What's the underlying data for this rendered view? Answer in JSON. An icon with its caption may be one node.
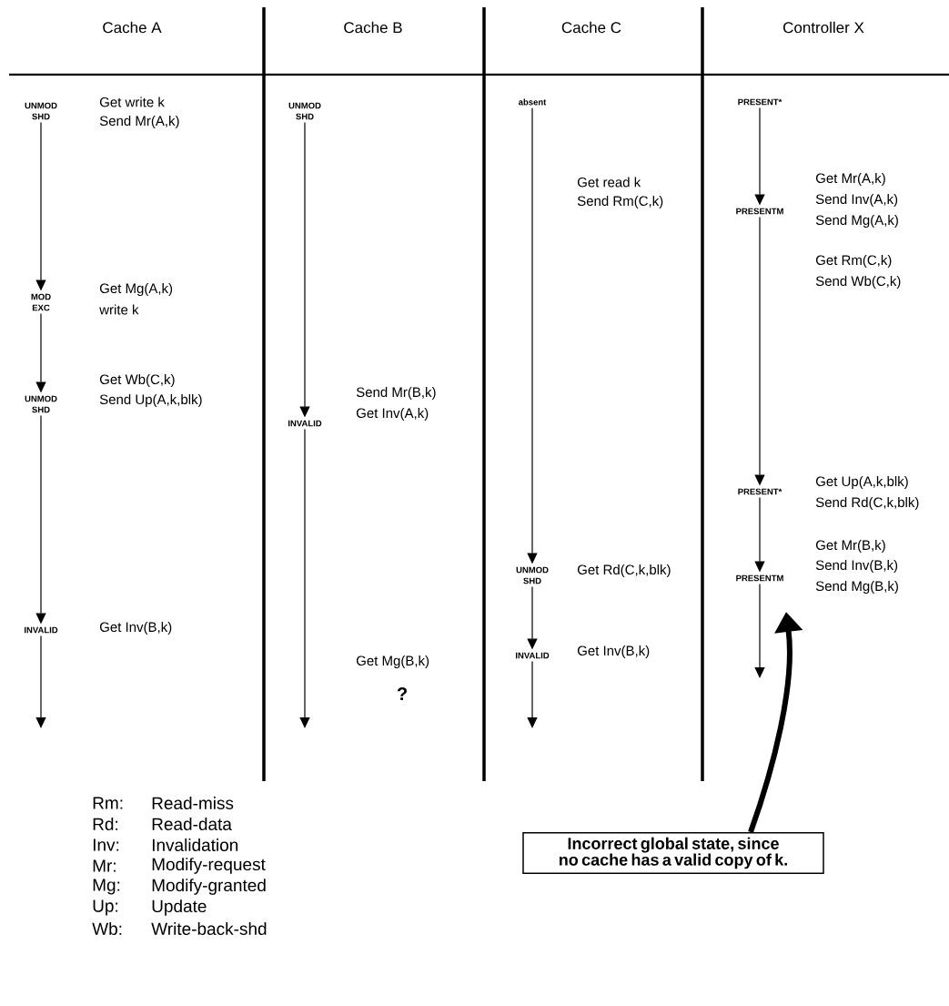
{
  "diagram": {
    "nodes": [
      {
        "text": [
          "UNMOD SHD"
        ]
      },
      {
        "text": [
          "MOD EXC"
        ]
      },
      {
        "text": [
          "UNMOD SHD"
        ]
      },
      {
        "text": [
          "INVALID"
        ]
      },
      {
        "text": [
          "UNMOD SHD"
        ]
      },
      {
        "text": [
          "INVALID"
        ]
      },
      {
        "text": [
          "absent"
        ]
      },
      {
        "text": [
          "UNMOD SHD"
        ]
      },
      {
        "text": [
          "INVALID"
        ]
      },
      {
        "text": [
          "PRESENT*"
        ]
      },
      {
        "text": [
          "PRESENTM"
        ]
      },
      {
        "text": [
          "PRESENT*"
        ]
      },
      {
        "text": [
          "PRESENTM"
        ]
      },
      {
        "text": [
          "Incorrect global state, since no cache has a valid copy of k."
        ]
      }
    ],
    "edges": [
      {
        "from": 0,
        "to": 1,
        "arrow": "to"
      },
      {
        "from": 1,
        "to": 2,
        "arrow": "to"
      },
      {
        "from": 2,
        "to": 3,
        "arrow": "to"
      },
      {
        "from": 3,
        "to": null,
        "arrow": "to"
      },
      {
        "from": 4,
        "to": 5,
        "arrow": "to"
      },
      {
        "from": 5,
        "to": null,
        "arrow": "to"
      },
      {
        "from": 6,
        "to": 7,
        "arrow": "to"
      },
      {
        "from": 7,
        "to": 8,
        "arrow": "to"
      },
      {
        "from": 8,
        "to": null,
        "arrow": "to"
      },
      {
        "from": 9,
        "to": 10,
        "arrow": "to"
      },
      {
        "from": 10,
        "to": 11,
        "arrow": "to"
      },
      {
        "from": 11,
        "to": 12,
        "arrow": "to"
      },
      {
        "from": 12,
        "to": null,
        "arrow": "to"
      },
      {
        "from": 13,
        "to": null,
        "arrow": "to",
        "style": "thick"
      }
    ],
    "labels": [
      "Cache A",
      "Cache B",
      "Cache C",
      "Controller X",
      "Get write k",
      "Send Mr(A,k)",
      "Get read k",
      "Send Rm(C,k)",
      "Get Mr(A,k)",
      "Send Inv(A,k)",
      "Send Mg(A,k)",
      "Get Rm(C,k)",
      "Send Wb(C,k)",
      "Get Mg(A,k)",
      "write k",
      "Get Wb(C,k)",
      "Send Up(A,k,blk)",
      "Send Mr(B,k)",
      "Get Inv(A,k)",
      "Get Up(A,k,blk)",
      "Send Rd(C,k,blk)",
      "Get Rd(C,k,blk)",
      "Get Mr(B,k)",
      "Send Inv(B,k)",
      "Send Mg(B,k)",
      "Get Inv(B,k)",
      "Get Inv(B,k)",
      "Get Mg(B,k)",
      "?",
      "Rm:",
      "Read-miss",
      "Rd:",
      "Read-data",
      "Inv:",
      "Invalidation",
      "Mr:",
      "Modify-request",
      "Mg:",
      "Modify-granted",
      "Up:",
      "Update",
      "Wb:",
      "Write-back-shd"
    ]
  }
}
